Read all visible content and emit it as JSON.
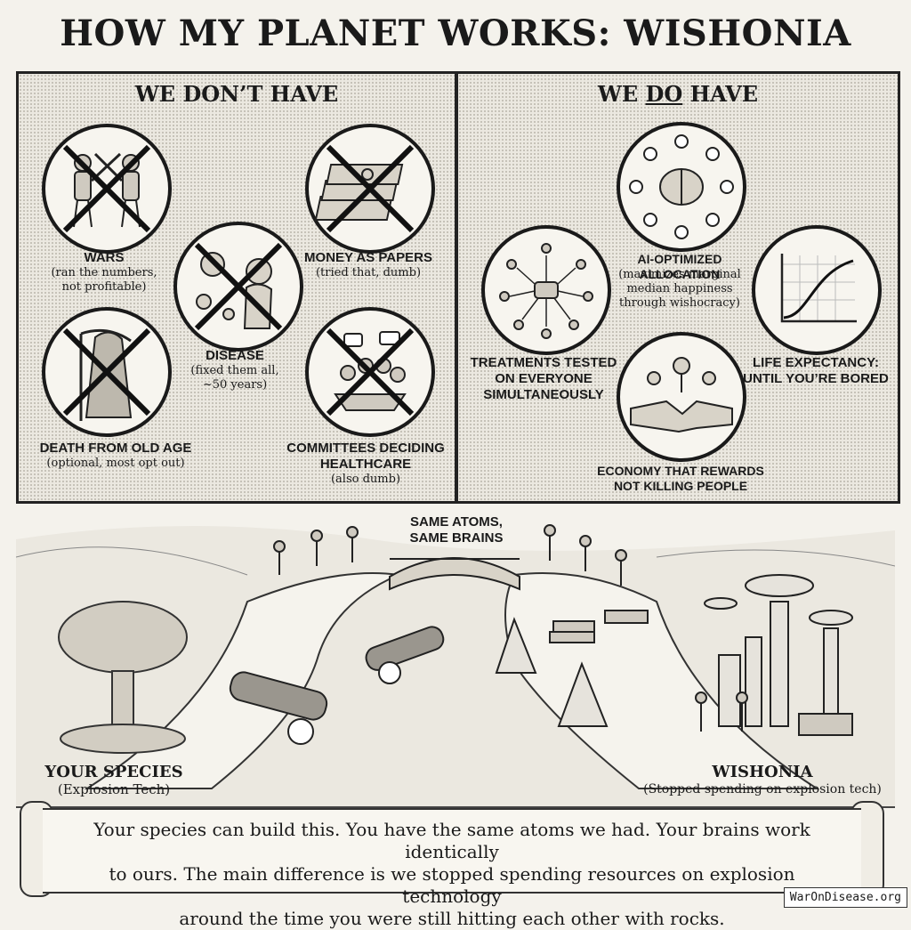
{
  "title": "HOW MY PLANET WORKS: WISHONIA",
  "left_panel": {
    "heading": "WE DON’T HAVE",
    "items": [
      {
        "icon": "crossed-out-fighting-knights",
        "label": "WARS",
        "sub1": "(ran the numbers,",
        "sub2": "not profitable)"
      },
      {
        "icon": "crossed-out-virus-sick-person",
        "label": "DISEASE",
        "sub1": "(fixed them all,",
        "sub2": "~50 years)"
      },
      {
        "icon": "crossed-out-money-stack",
        "label": "MONEY AS PAPERS",
        "sub1": "(tried that, dumb)",
        "sub2": ""
      },
      {
        "icon": "crossed-out-grim-reaper",
        "label": "DEATH FROM OLD AGE",
        "sub1": "(optional, most opt out)",
        "sub2": ""
      },
      {
        "icon": "crossed-out-committee-meeting",
        "label1": "COMMITTEES DECIDING",
        "label2": "HEALTHCARE",
        "sub1": "(also dumb)",
        "sub2": ""
      }
    ]
  },
  "right_panel": {
    "heading_pre": "WE ",
    "heading_mid": "DO",
    "heading_post": " HAVE",
    "items": [
      {
        "icon": "brain-network",
        "label": "AI-OPTIMIZED ALLOCATION",
        "sub1": "(maximizes marginal",
        "sub2": "median happiness",
        "sub3": "through wishocracy)"
      },
      {
        "icon": "people-network",
        "label1": "TREATMENTS TESTED",
        "label2": "ON EVERYONE",
        "label3": "SIMULTANEOUSLY"
      },
      {
        "icon": "rising-curve-chart",
        "label1": "LIFE EXPECTANCY:",
        "label2": "UNTIL YOU’RE BORED"
      },
      {
        "icon": "handshake-flowers",
        "label1": "ECONOMY THAT REWARDS",
        "label2": "NOT KILLING PEOPLE"
      }
    ]
  },
  "scene": {
    "center_label1": "SAME ATOMS,",
    "center_label2": "SAME BRAINS",
    "left_label": "YOUR SPECIES",
    "left_sub": "(Explosion Tech)",
    "right_label": "WISHONIA",
    "right_sub": "(Stopped spending on explosion tech)"
  },
  "scroll": {
    "line1": "Your species can build this. You have the same atoms we had. Your brains work identically",
    "line2": "to ours. The main difference is we stopped spending resources on explosion technology",
    "line3": "around the time you were still hitting each other with rocks."
  },
  "watermark": "WarOnDisease.org"
}
